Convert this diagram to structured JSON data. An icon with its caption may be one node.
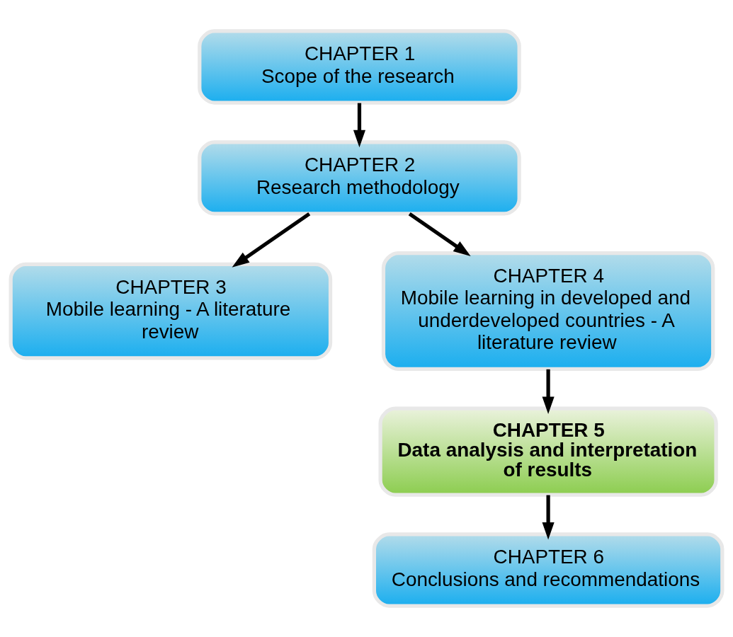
{
  "diagram": {
    "nodes": [
      {
        "text": [
          "CHAPTER 1",
          "Scope of the research"
        ]
      },
      {
        "text": [
          "CHAPTER 2",
          "Research methodology"
        ]
      },
      {
        "text": [
          "CHAPTER 3",
          "Mobile learning - A literature review"
        ]
      },
      {
        "text": [
          "CHAPTER 4",
          "Mobile learning in developed and underdeveloped countries - A literature review"
        ]
      },
      {
        "text": [
          "CHAPTER 5",
          "Data analysis and interpretation of results"
        ]
      },
      {
        "text": [
          "CHAPTER 6",
          "Conclusions and recommendations"
        ]
      }
    ],
    "edges": [
      {
        "from": 0,
        "to": 1,
        "arrow": "to"
      },
      {
        "from": 1,
        "to": 2,
        "arrow": "to"
      },
      {
        "from": 1,
        "to": 3,
        "arrow": "to"
      },
      {
        "from": 3,
        "to": 4,
        "arrow": "to"
      },
      {
        "from": 4,
        "to": 5,
        "arrow": "to"
      }
    ]
  }
}
